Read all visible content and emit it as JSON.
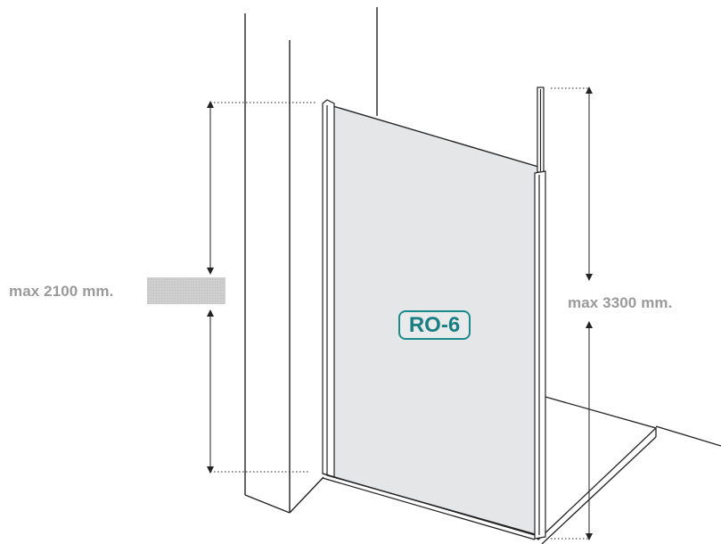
{
  "dimensions": {
    "left_max_height": "max 2100 mm.",
    "right_max_height": "max 3300 mm."
  },
  "model": {
    "code": "RO-6",
    "accent_color": "#1a8a8c"
  },
  "colors": {
    "glass": "#e5e6e8",
    "outline": "#222222",
    "dimension_text": "#9a9a9a",
    "swatch": "#c8c8c8"
  }
}
